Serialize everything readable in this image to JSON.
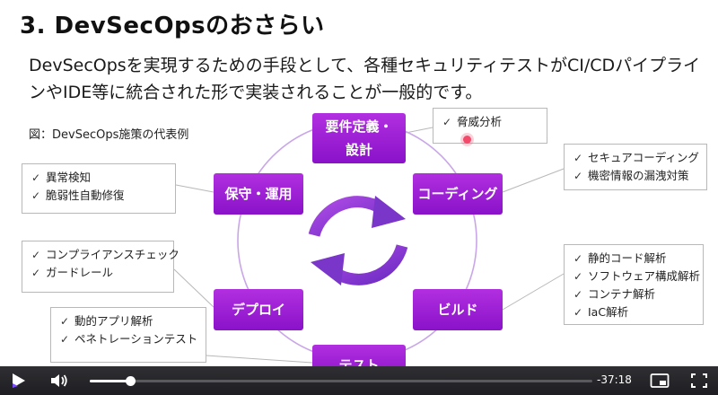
{
  "slide": {
    "title": "3. DevSecOpsのおさらい",
    "lead": "DevSecOpsを実現するための手段として、各種セキュリティテストがCI/CDパイプラインやIDE等に統合された形で実装されることが一般的です。",
    "caption": "図：DevSecOps施策の代表例",
    "check_mark": "✓",
    "phases": {
      "requirements": [
        "要件定義・",
        "設計"
      ],
      "coding": "コーディング",
      "build": "ビルド",
      "test": "テスト",
      "deploy": "デプロイ",
      "operation": "保守・運用"
    },
    "notes": {
      "requirements": [
        "脅威分析"
      ],
      "coding": [
        "セキュアコーディング",
        "機密情報の漏洩対策"
      ],
      "build": [
        "静的コード解析",
        "ソフトウェア構成解析",
        "コンテナ解析",
        "IaC解析"
      ],
      "test": [
        "動的アプリ解析",
        "ペネトレーションテスト"
      ],
      "deploy": [
        "コンプライアンスチェック",
        "ガードレール"
      ],
      "operation": [
        "異常検知",
        "脆弱性自動修復"
      ]
    },
    "colors": {
      "phase_box": "#9b1fd6",
      "ring": "#c9a6e8",
      "arrow": "#8a3fd1"
    }
  },
  "player": {
    "time_remaining": "-37:18",
    "progress": 0.08,
    "icons": [
      "play-icon",
      "volume-icon",
      "picture-in-picture-icon",
      "fullscreen-icon"
    ]
  }
}
